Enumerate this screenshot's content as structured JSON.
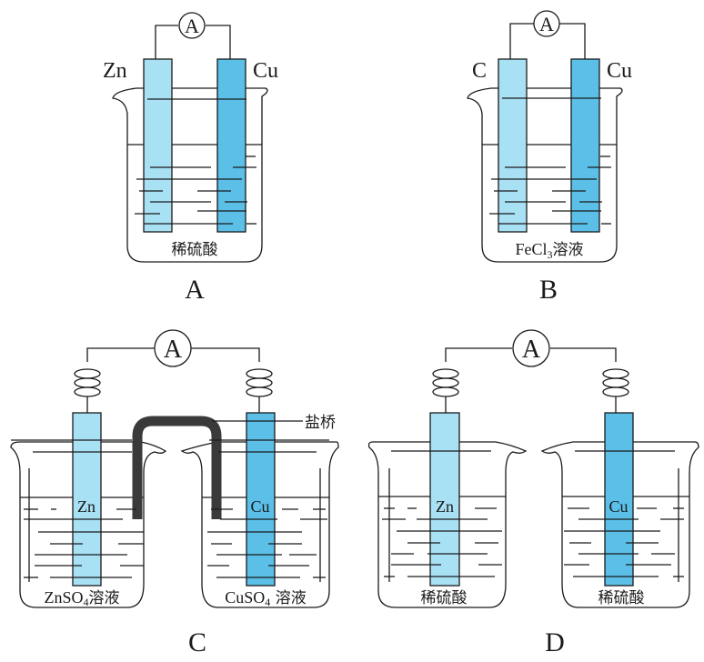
{
  "ammeter_symbol": "A",
  "panels": [
    {
      "caption": "A",
      "left_electrode": "Zn",
      "right_electrode": "Cu",
      "solution": "稀硫酸",
      "left_color": "#a8e0f4",
      "right_color": "#5bbfe8"
    },
    {
      "caption": "B",
      "left_electrode": "C",
      "right_electrode": "Cu",
      "solution_prefix": "FeCl",
      "solution_sub": "3",
      "solution_suffix": "溶液",
      "left_color": "#a8e0f4",
      "right_color": "#5bbfe8"
    },
    {
      "caption": "C",
      "left_electrode": "Zn",
      "right_electrode": "Cu",
      "left_solution_prefix": "ZnSO",
      "left_solution_sub": "4",
      "left_solution_suffix": "溶液",
      "right_solution_prefix": "CuSO",
      "right_solution_sub": "4",
      "right_solution_suffix": " 溶液",
      "salt_bridge_label": "盐桥",
      "salt_bridge_color": "#3a3a3a",
      "left_color": "#a8e0f4",
      "right_color": "#5bbfe8"
    },
    {
      "caption": "D",
      "left_electrode": "Zn",
      "right_electrode": "Cu",
      "left_solution": "稀硫酸",
      "right_solution": "稀硫酸",
      "left_color": "#a8e0f4",
      "right_color": "#5bbfe8"
    }
  ]
}
